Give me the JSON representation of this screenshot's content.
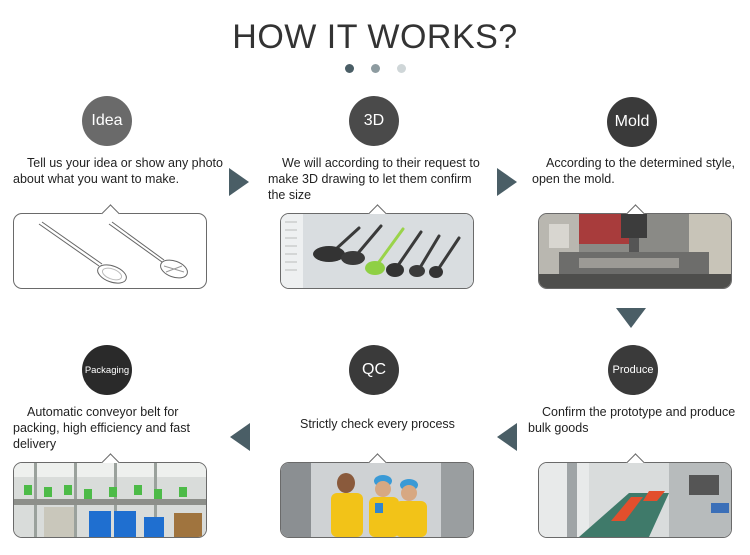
{
  "title": "HOW IT WORKS?",
  "colors": {
    "circle": "#3d3d3d",
    "arrow": "#4a5e66",
    "dot_active": "#4a5e66",
    "dot_mid": "#8d9ba0",
    "dot_light": "#cfd6d8"
  },
  "steps": [
    {
      "label": "Idea",
      "description": "Tell us your idea or show any photo about what you want to make.",
      "image": "spoon-sketch"
    },
    {
      "label": "3D",
      "description": "We will according to their request to make 3D drawing to let them confirm the size",
      "image": "3d-render-utensils"
    },
    {
      "label": "Mold",
      "description": "According to the determined style, open the mold.",
      "image": "cnc-machine"
    },
    {
      "label": "Produce",
      "description": "Confirm the prototype and produce bulk goods",
      "image": "conveyor-line"
    },
    {
      "label": "QC",
      "description": "Strictly check every process",
      "image": "qc-workers"
    },
    {
      "label": "Packaging",
      "description": "Automatic conveyor belt for packing, high efficiency and fast delivery",
      "image": "factory-floor"
    }
  ]
}
